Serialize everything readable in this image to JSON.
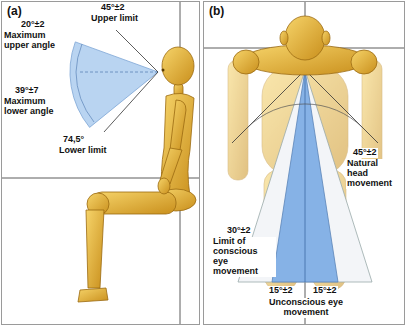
{
  "diagram": {
    "labels": [
      "(a)",
      "45°±2",
      "Upper limit",
      "20°±2",
      "Maximum upper angle",
      "39°±7",
      "Maximum lower angle",
      "74,5°",
      "Lower limit",
      "(b)",
      "45°±2",
      "Natural head movement",
      "30°±2",
      "Limit of conscious eye movement",
      "15°±2",
      "15°±2",
      "Unconscious eye movement"
    ]
  }
}
